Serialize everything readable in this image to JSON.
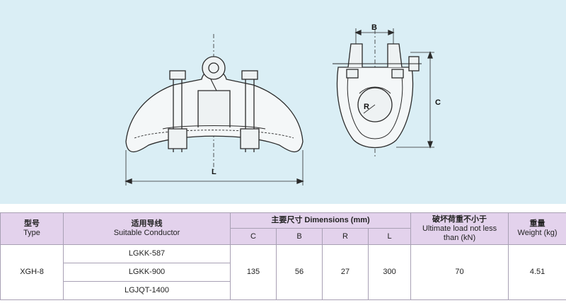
{
  "drawing": {
    "dimension_labels": {
      "L": "L",
      "B": "B",
      "C": "C",
      "R": "R"
    },
    "colors": {
      "background": "#daeef5",
      "header": "#e3d2ec",
      "line": "#2a2a2a"
    }
  },
  "table": {
    "headers": {
      "type_cn": "型号",
      "type_en": "Type",
      "conductor_cn": "适用导线",
      "conductor_en": "Suitable Conductor",
      "dimensions": "主要尺寸 Dimensions (mm)",
      "load_cn": "破坏荷重不小于",
      "load_en_1": "Ultimate load not less",
      "load_en_2": "than (kN)",
      "weight_cn": "重量",
      "weight_en": "Weight (kg)"
    },
    "dim_subheaders": [
      "C",
      "B",
      "R",
      "L"
    ],
    "row": {
      "type": "XGH-8",
      "conductors": [
        "LGKK-587",
        "LGKK-900",
        "LGJQT-1400"
      ],
      "C": "135",
      "B": "56",
      "R": "27",
      "L": "300",
      "ultimate_load": "70",
      "weight": "4.51"
    }
  }
}
